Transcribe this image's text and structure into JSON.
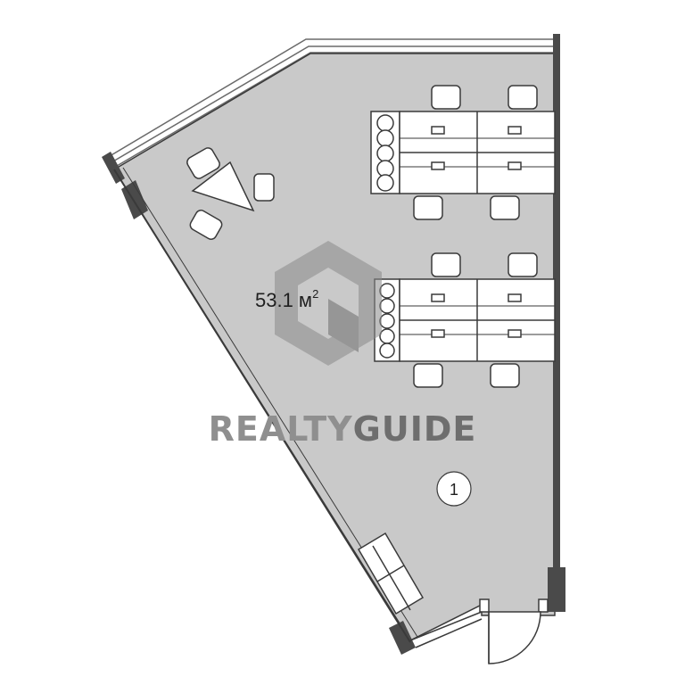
{
  "plan": {
    "area_value": "53.1 м",
    "area_superscript": "2",
    "room_number": "1"
  },
  "watermark": {
    "word_light": "REALTY",
    "word_dark": "GUIDE",
    "color_light": "#8f8f8f",
    "color_dark": "#6e6e6e"
  },
  "colors": {
    "floor": "#c9c9c9",
    "wall": "#4a4a4a",
    "furniture": "#ffffff",
    "line": "#3a3a3a",
    "background": "#ffffff"
  }
}
